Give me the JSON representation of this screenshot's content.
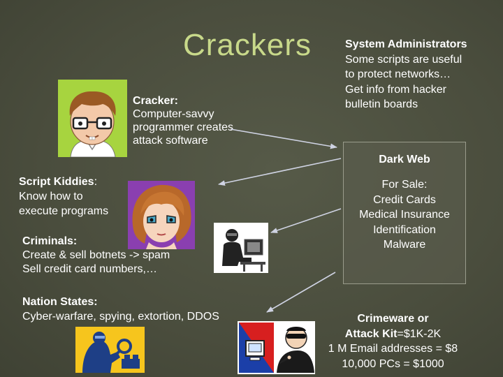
{
  "slide": {
    "title": "Crackers",
    "cracker": {
      "label": "Cracker:",
      "lines": [
        "Computer-savvy",
        "programmer creates",
        "attack software"
      ]
    },
    "sysadmins": {
      "label": "System Administrators",
      "lines": [
        "Some scripts are useful",
        "to protect networks…",
        "Get info from hacker",
        "bulletin boards"
      ]
    },
    "script_kiddies": {
      "label": "Script Kiddies",
      "label_suffix": ":",
      "lines": [
        "Know how to",
        "execute programs"
      ]
    },
    "dark_web": {
      "title": "Dark Web",
      "for_sale": "For Sale:",
      "items": [
        "Credit Cards",
        "Medical Insurance",
        "Identification",
        "Malware"
      ]
    },
    "criminals": {
      "label": "Criminals:",
      "lines": [
        "Create & sell botnets -> spam",
        "Sell credit card numbers,…"
      ]
    },
    "nation_states": {
      "label": "Nation States:",
      "line": "Cyber-warfare, spying, extortion, DDOS"
    },
    "crimeware": {
      "label_line1": "Crimeware or",
      "label_line2_bold": "Attack Kit",
      "label_line2_rest": "=$1K-2K",
      "lines": [
        "1 M Email addresses = $8",
        "10,000 PCs = $1000"
      ]
    }
  },
  "colors": {
    "title": "#c8d98a",
    "background": "#4a4d3d",
    "arrow": "#cfd3e3",
    "box_border": "#9a9c8c"
  },
  "icons": [
    "cracker-cartoon",
    "script-kiddie-anime",
    "criminal-hacker-clipart",
    "nation-state-spy-clipart",
    "crimeware-hacker-clipart"
  ]
}
